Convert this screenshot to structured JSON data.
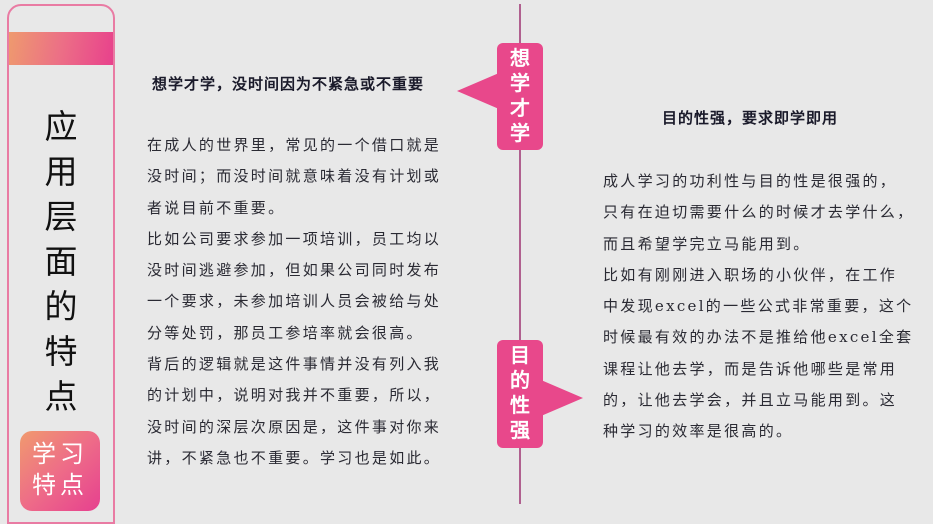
{
  "side_panel": {
    "title_chars": [
      "应",
      "用",
      "层",
      "面",
      "的",
      "特",
      "点"
    ],
    "title": "应用层面的特点",
    "badge": {
      "line1": "学习",
      "line2": "特点"
    },
    "colors": {
      "border": "#e97ba3",
      "gradient_start": "#ee9a6e",
      "gradient_end": "#e8418c"
    }
  },
  "tags": {
    "left": {
      "label": "想学才学",
      "chars": [
        "想",
        "学",
        "才",
        "学"
      ],
      "color": "#e8488b"
    },
    "right": {
      "label": "目的性强",
      "chars": [
        "目",
        "的",
        "性",
        "强"
      ],
      "color": "#e8488b"
    }
  },
  "left_section": {
    "heading": "想学才学，没时间因为不紧急或不重要",
    "lines": [
      "在成人的世界里，常见的一个借口就是",
      "没时间；而没时间就意味着没有计划或",
      "者说目前不重要。",
      "比如公司要求参加一项培训，员工均以",
      "没时间逃避参加，但如果公司同时发布",
      "一个要求，未参加培训人员会被给与处",
      "分等处罚，那员工参培率就会很高。",
      "背后的逻辑就是这件事情并没有列入我",
      "的计划中，说明对我并不重要，所以，",
      "没时间的深层次原因是，这件事对你来",
      "讲，不紧急也不重要。学习也是如此。"
    ]
  },
  "right_section": {
    "heading": "目的性强，要求即学即用",
    "lines": [
      "成人学习的功利性与目的性是很强的，",
      "只有在迫切需要什么的时候才去学什么，",
      "而且希望学完立马能用到。",
      "比如有刚刚进入职场的小伙伴，在工作",
      "中发现excel的一些公式非常重要，这个",
      "时候最有效的办法不是推给他excel全套",
      "课程让他去学，而是告诉他哪些是常用",
      "的，让他去学会，并且立马能用到。这",
      "种学习的效率是很高的。"
    ]
  },
  "divider": {
    "color": "#b0608f"
  }
}
